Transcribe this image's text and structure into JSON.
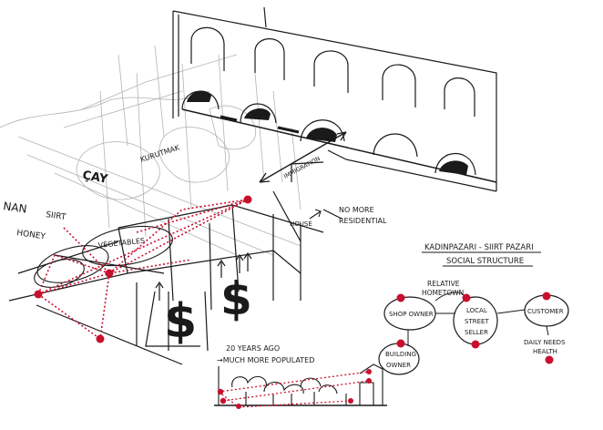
{
  "sketch_labels": {
    "nan": "NAN",
    "siirt": "SIIRT",
    "honey": "HONEY",
    "cay": "ÇAY",
    "kurutmak": "KURUTMAK",
    "vegetables": "VEGETABLES",
    "immigration": "IMMIGRATION",
    "house": "HOUSE",
    "no_more": "NO MORE",
    "residential": "RESIDENTIAL",
    "twenty_years": "20 YEARS AGO",
    "much_more": "→MUCH MORE POPULATED",
    "dollar": "$"
  },
  "social_structure": {
    "title_line1": "KADINPAZARI - SIIRT PAZARI",
    "title_line2": "SOCIAL STRUCTURE",
    "relative": "RELATIVE",
    "hometown": "HOMETOWN",
    "shop_owner": "SHOP OWNER",
    "local": "LOCAL",
    "street": "STREET",
    "seller": "SELLER",
    "customer": "CUSTOMER",
    "building": "BUILDING",
    "owner": "OWNER",
    "daily_needs": "DAILY NEEDS",
    "health": "HEALTH"
  },
  "colors": {
    "ink": "#1a1a1a",
    "pencil": "#9a9a9a",
    "marker": "#c8102e"
  }
}
